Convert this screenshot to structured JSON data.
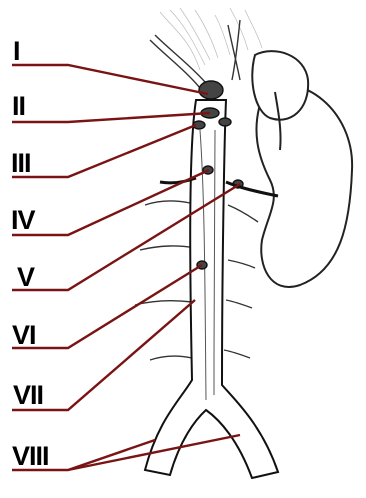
{
  "labels": [
    "I",
    "II",
    "III",
    "IV",
    "V",
    "VI",
    "VII",
    "VIII"
  ],
  "colors": {
    "leader": "#7a1414",
    "ink": "#1a1a1a",
    "paper": "#ffffff"
  }
}
